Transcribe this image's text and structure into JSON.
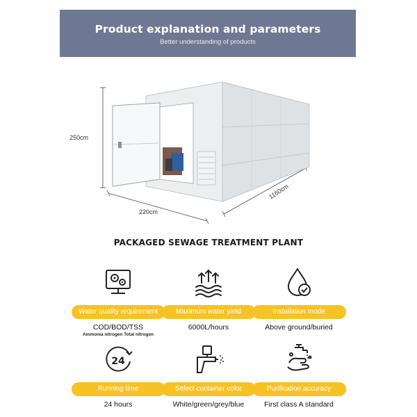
{
  "header": {
    "title": "Product explanation and parameters",
    "subtitle": "Better understanding of products"
  },
  "dimensions": {
    "height": "250cm",
    "width": "220cm",
    "length": "1160cm"
  },
  "product_name": "PACKAGED SEWAGE TREATMENT PLANT",
  "features": [
    {
      "icon": "monitor-gears-icon",
      "label": "Water quality requirement",
      "value": "COD/BOD/TSS",
      "subvalue": "Ammonia nitrogen Total nitrogen"
    },
    {
      "icon": "water-flow-icon",
      "label": "Maximum water yield",
      "value": "6000L/hours"
    },
    {
      "icon": "water-drop-check-icon",
      "label": "Installation mode",
      "value": "Above ground/buried"
    },
    {
      "icon": "clock-24-icon",
      "label": "Running time",
      "value": "24 hours"
    },
    {
      "icon": "spray-gun-icon",
      "label": "Select container color",
      "value": "White/green/grey/blue"
    },
    {
      "icon": "hand-washing-icon",
      "label": "Purification accuracy",
      "value": "First class A standard"
    }
  ],
  "colors": {
    "banner": "#6f7893",
    "pill": "#f7c224"
  }
}
